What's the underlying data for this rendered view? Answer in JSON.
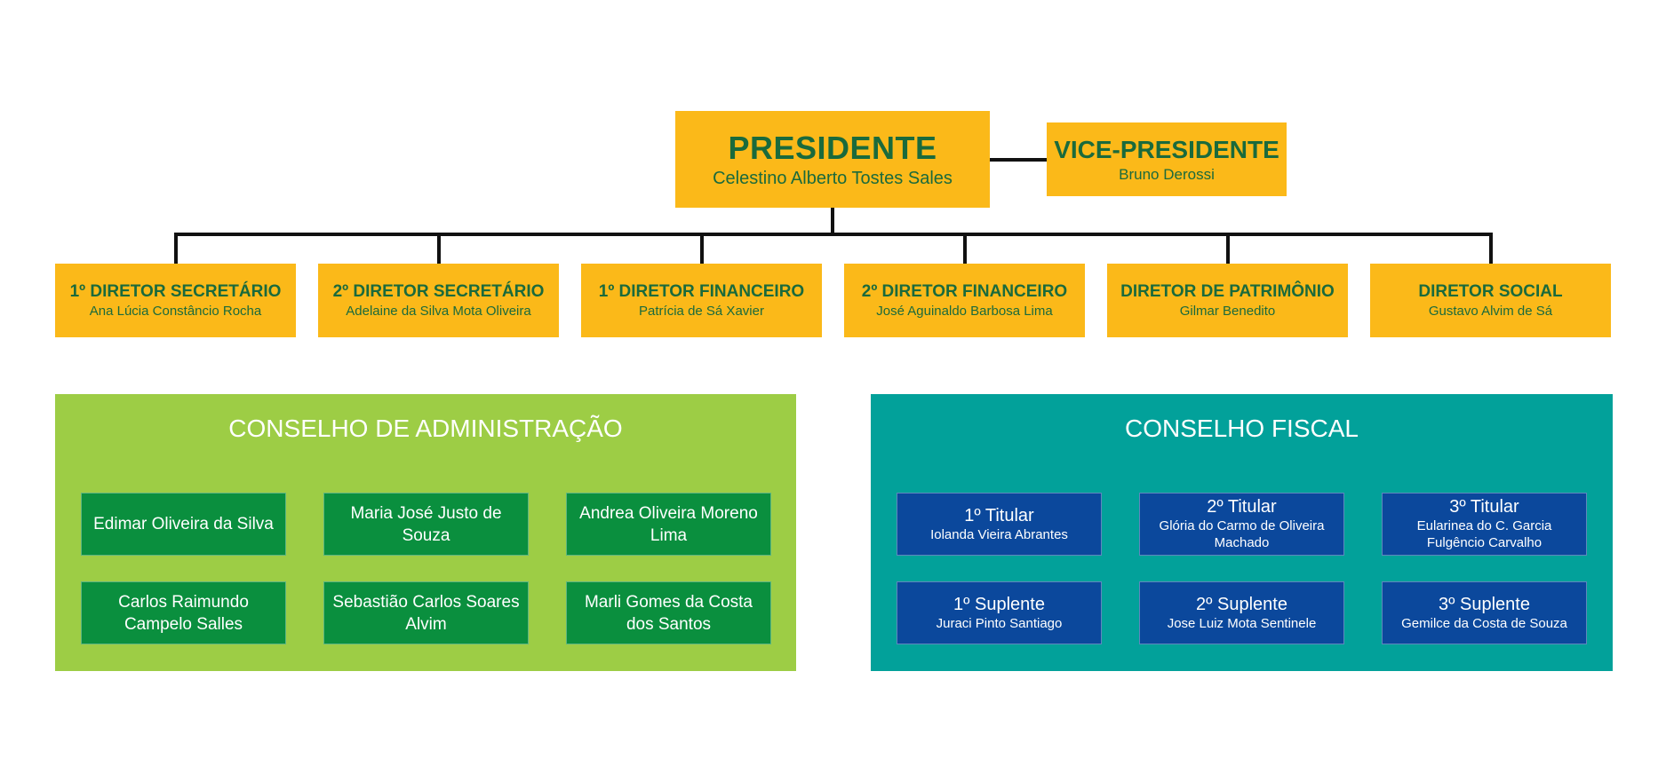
{
  "presidente": {
    "title": "PRESIDENTE",
    "name": "Celestino Alberto Tostes Sales"
  },
  "vice": {
    "title": "VICE-PRESIDENTE",
    "name": "Bruno Derossi"
  },
  "diretores": [
    {
      "title": "1º DIRETOR SECRETÁRIO",
      "name": "Ana Lúcia Constâncio Rocha"
    },
    {
      "title": "2º DIRETOR SECRETÁRIO",
      "name": "Adelaine da Silva Mota Oliveira"
    },
    {
      "title": "1º DIRETOR FINANCEIRO",
      "name": "Patrícia de Sá Xavier"
    },
    {
      "title": "2º DIRETOR FINANCEIRO",
      "name": "José Aguinaldo Barbosa Lima"
    },
    {
      "title": "DIRETOR DE PATRIMÔNIO",
      "name": "Gilmar Benedito"
    },
    {
      "title": "DIRETOR SOCIAL",
      "name": "Gustavo Alvim de Sá"
    }
  ],
  "conselho_admin": {
    "title": "CONSELHO DE ADMINISTRAÇÃO",
    "members": [
      "Edimar Oliveira da Silva",
      "Maria José Justo de Souza",
      "Andrea Oliveira Moreno Lima",
      "Carlos Raimundo Campelo Salles",
      "Sebastião Carlos Soares Alvim",
      "Marli Gomes da Costa dos Santos"
    ]
  },
  "conselho_fiscal": {
    "title": "CONSELHO FISCAL",
    "members": [
      {
        "title": "1º Titular",
        "name": "Iolanda Vieira Abrantes"
      },
      {
        "title": "2º Titular",
        "name": "Glória do Carmo de Oliveira Machado"
      },
      {
        "title": "3º Titular",
        "name": "Eularinea do C. Garcia Fulgêncio Carvalho"
      },
      {
        "title": "1º Suplente",
        "name": "Juraci Pinto Santiago"
      },
      {
        "title": "2º Suplente",
        "name": "Jose Luiz Mota Sentinele"
      },
      {
        "title": "3º Suplente",
        "name": "Gemilce da Costa de Souza"
      }
    ]
  },
  "colors": {
    "gold": "#fbb919",
    "dark_green_text": "#1a6a3c",
    "admin_panel": "#9dcd45",
    "admin_member": "#0a8f3e",
    "fiscal_panel": "#02a19a",
    "fiscal_member": "#0b489c"
  }
}
